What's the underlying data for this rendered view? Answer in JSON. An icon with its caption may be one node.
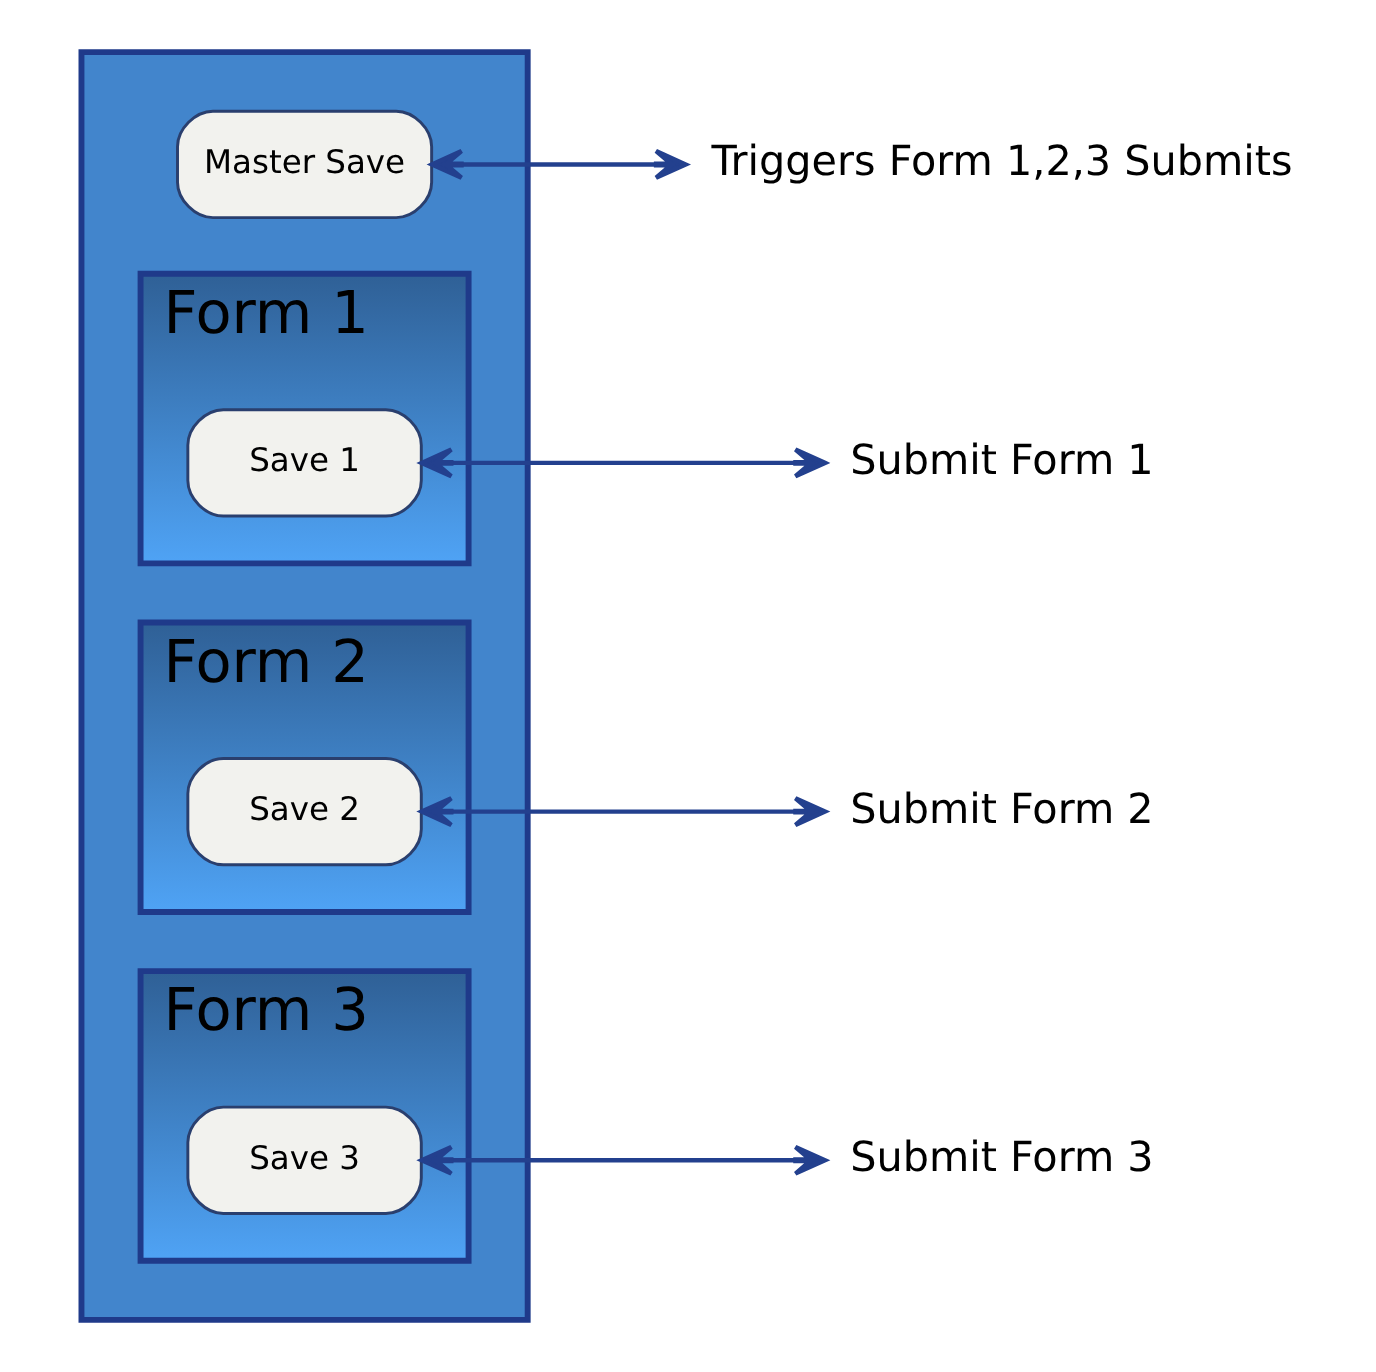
{
  "diagram": {
    "nodes": [
      {
        "text": [],
        "shape": "box"
      },
      {
        "text": [
          "Master Save"
        ],
        "in": 0
      },
      {
        "text": [
          "Form 1"
        ],
        "in": 0
      },
      {
        "text": [
          "Save 1"
        ],
        "in": 2
      },
      {
        "text": [
          "Form 2"
        ],
        "in": 0
      },
      {
        "text": [
          "Save 2"
        ],
        "in": 4
      },
      {
        "text": [
          "Form 3"
        ],
        "in": 0
      },
      {
        "text": [
          "Save 3"
        ],
        "in": 6
      },
      {
        "text": [
          "Triggers Form 1,2,3 Submits"
        ]
      },
      {
        "text": [
          "Submit Form 1"
        ]
      },
      {
        "text": [
          "Submit Form 2"
        ]
      },
      {
        "text": [
          "Submit Form 3"
        ]
      }
    ],
    "edges": [
      {
        "from": 1,
        "to": 8,
        "arrow": "both"
      },
      {
        "from": 3,
        "to": 9,
        "arrow": "both"
      },
      {
        "from": 5,
        "to": 10,
        "arrow": "both"
      },
      {
        "from": 7,
        "to": 11,
        "arrow": "both"
      }
    ]
  }
}
